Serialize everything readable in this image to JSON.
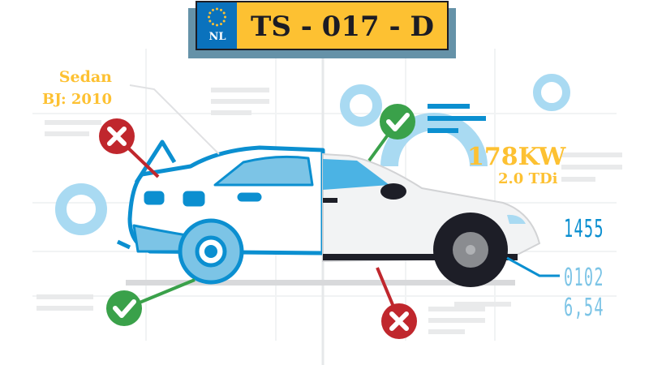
{
  "plate": {
    "country": "NL",
    "number": "TS - 017 - D"
  },
  "left_info": {
    "body_type": "Sedan",
    "build_year": "BJ: 2010"
  },
  "right_info": {
    "power": "178KW",
    "engine": "2.0 TDi"
  },
  "readouts": {
    "value_1": "1455",
    "value_2": "0102",
    "value_3": "6,54"
  },
  "status_icons": [
    "cross-icon",
    "check-icon",
    "check-icon",
    "cross-icon"
  ],
  "colors": {
    "plate_yellow": "#fdc132",
    "eu_blue": "#0a72bd",
    "check_green": "#3aa14a",
    "cross_red": "#c0272d",
    "outline_blue": "#0b8fd0",
    "light_blue": "#a9daf2"
  }
}
